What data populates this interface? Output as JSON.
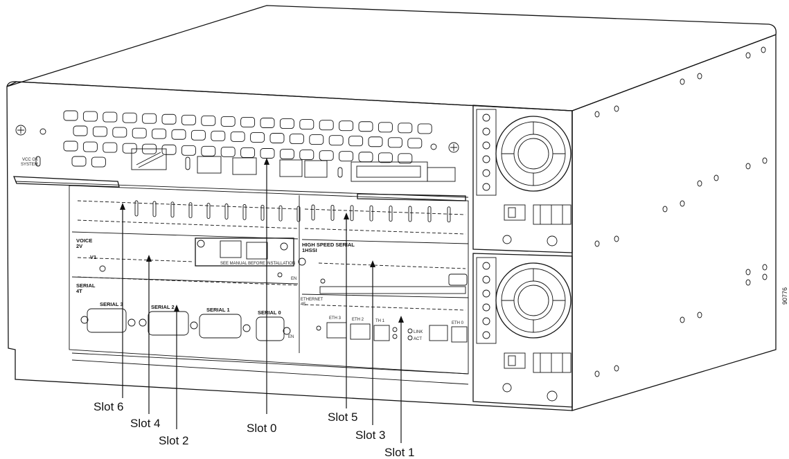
{
  "callouts": {
    "slot6": "Slot 6",
    "slot4": "Slot 4",
    "slot2": "Slot 2",
    "slot0": "Slot 0",
    "slot5": "Slot 5",
    "slot3": "Slot 3",
    "slot1": "Slot 1"
  },
  "figure_id": "90776",
  "panel_labels": {
    "vcc_ok": "VCC OK",
    "system": "SYSTEM",
    "voice": "VOICE",
    "voice_2v": "2V",
    "v1": "V1",
    "serial": "SERIAL",
    "serial_4t": "4T",
    "serial_3": "SERIAL 3",
    "serial_2": "SERIAL 2",
    "serial_1": "SERIAL 1",
    "serial_0": "SERIAL 0",
    "high_speed_serial": "HIGH SPEED SERIAL",
    "hssi": "1HSSI",
    "ethernet": "ETHERNET",
    "ethernet_4e": "4E",
    "eth3": "ETH 3",
    "eth2": "ETH 2",
    "eth1": "TH 1",
    "eth0": "ETH 0",
    "link": "LINK",
    "act": "ACT",
    "en": "EN",
    "en2": "EN",
    "wic_note": "SEE MANUAL BEFORE INSTALLATION"
  }
}
